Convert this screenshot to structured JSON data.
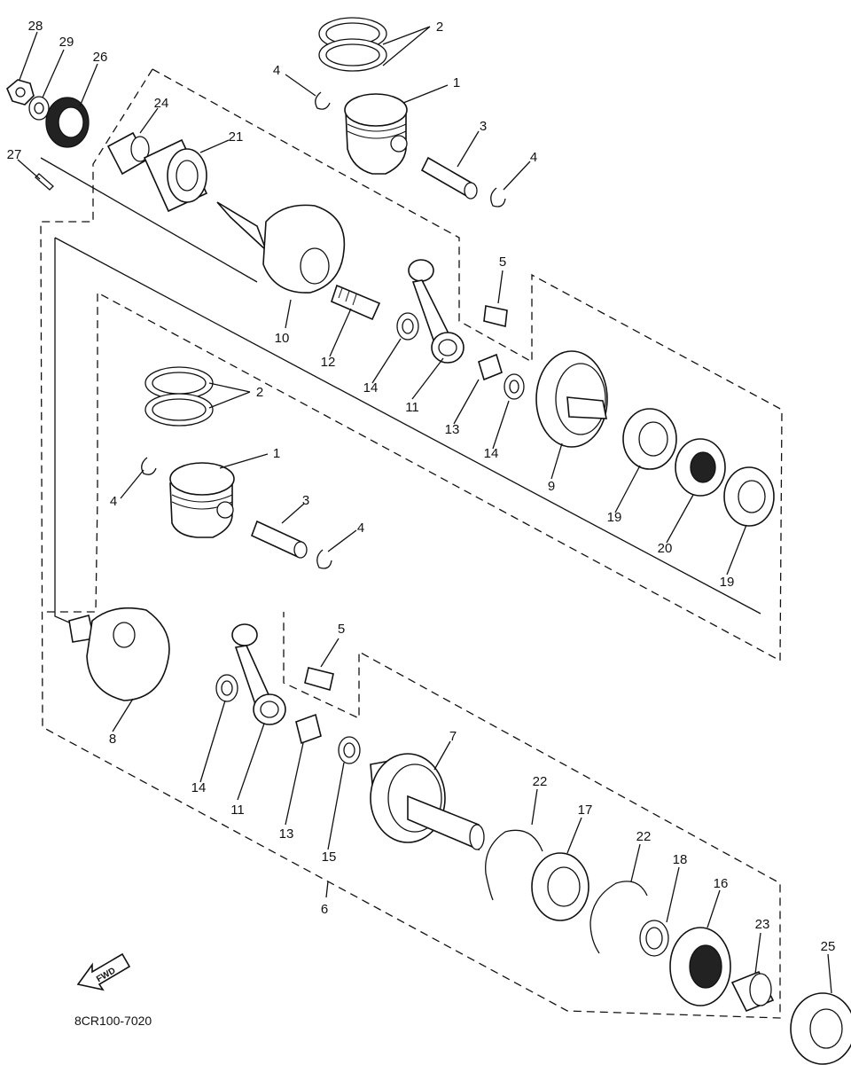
{
  "diagram": {
    "part_labels": [
      "1",
      "2",
      "3",
      "4",
      "5",
      "6",
      "7",
      "8",
      "9",
      "10",
      "11",
      "12",
      "13",
      "14",
      "15",
      "16",
      "17",
      "18",
      "19",
      "20",
      "21",
      "22",
      "23",
      "24",
      "25",
      "26",
      "27",
      "28",
      "29"
    ],
    "fwd_label": "FWD",
    "reference_code": "8CR100-7020"
  }
}
